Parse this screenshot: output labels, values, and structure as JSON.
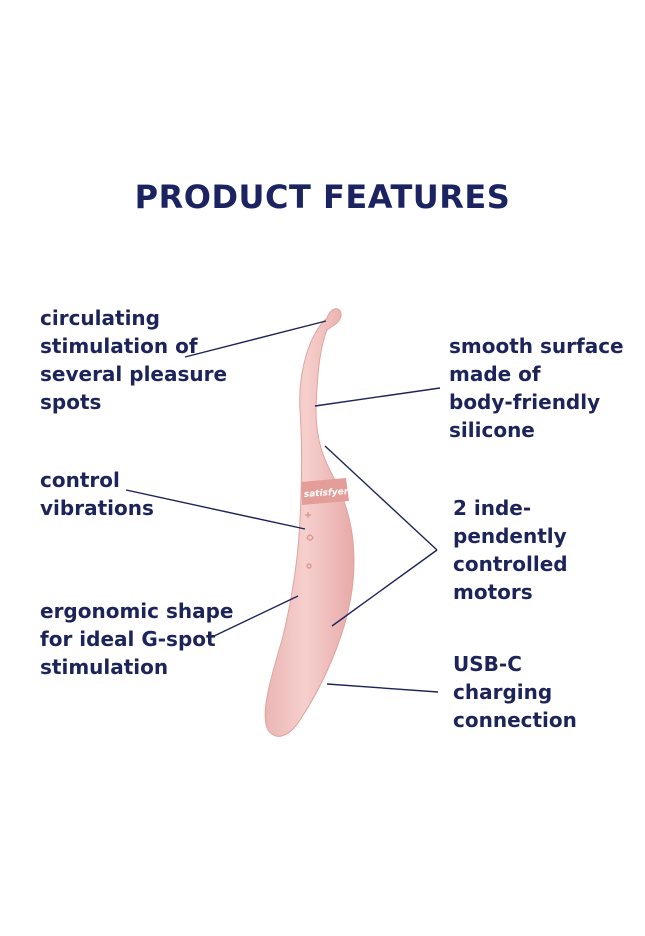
{
  "heading": "PRODUCT FEATURES",
  "features_left": [
    {
      "text": "circulating\nstimulation of\nseveral pleasure\nspots"
    },
    {
      "text": "control\nvibrations"
    },
    {
      "text": "ergonomic shape\nfor ideal G-spot\nstimulation"
    }
  ],
  "features_right": [
    {
      "text": "smooth surface\nmade of\nbody-friendly\nsilicone"
    },
    {
      "text": "2 inde-\npendently\ncontrolled\nmotors"
    },
    {
      "text": "USB-C\ncharging\nconnection"
    }
  ],
  "product": {
    "brand_band_text": "satisfyer",
    "body_color": "#f2c3c1",
    "band_color": "#e9a6a2",
    "line_color": "#1c2459"
  }
}
